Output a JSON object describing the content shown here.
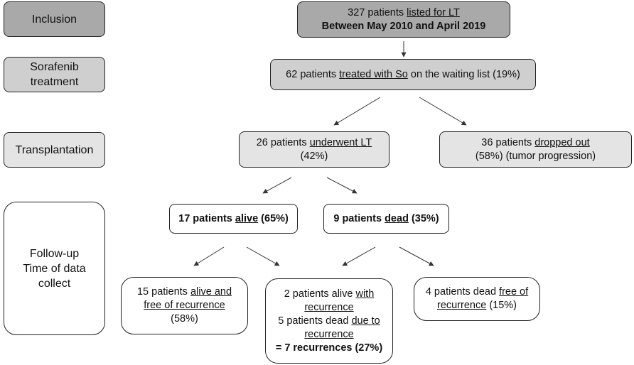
{
  "stages": {
    "inclusion": "Inclusion",
    "sorafenib_l1": "Sorafenib",
    "sorafenib_l2": "treatment",
    "transplantation": "Transplantation",
    "followup_l1": "Follow-up",
    "followup_l2": "Time of data",
    "followup_l3": "collect"
  },
  "listed": {
    "a": "327 patients ",
    "b": "listed for LT",
    "line2": "Between May 2010 and April 2019"
  },
  "treated": {
    "a": "62 patients ",
    "b": "treated with So",
    "c": " on the waiting list (19%)"
  },
  "underwent": {
    "a": "26 patients ",
    "b": "underwent LT",
    "line2": "(42%)"
  },
  "dropped": {
    "a": "36 patients ",
    "b": "dropped out",
    "line2": "(58%) (tumor progression)"
  },
  "alive": {
    "a": "17 patients ",
    "b": "alive",
    "c": " (65%)"
  },
  "dead": {
    "a": "9 patients ",
    "b": "dead",
    "c": " (35%)"
  },
  "free": {
    "a": "15 patients ",
    "b": "alive and",
    "c": "free of recurrence",
    "line3": "(58%)"
  },
  "recurrence": {
    "a": "2 patients alive ",
    "b": "with",
    "c": "recurrence",
    "d": "5 patients dead ",
    "e": "due to",
    "f": "recurrence",
    "total": "= 7 recurrences (27%)"
  },
  "deadfree": {
    "a": "4 patients dead ",
    "b": "free of",
    "c": "recurrence",
    "d": " (15%)"
  }
}
